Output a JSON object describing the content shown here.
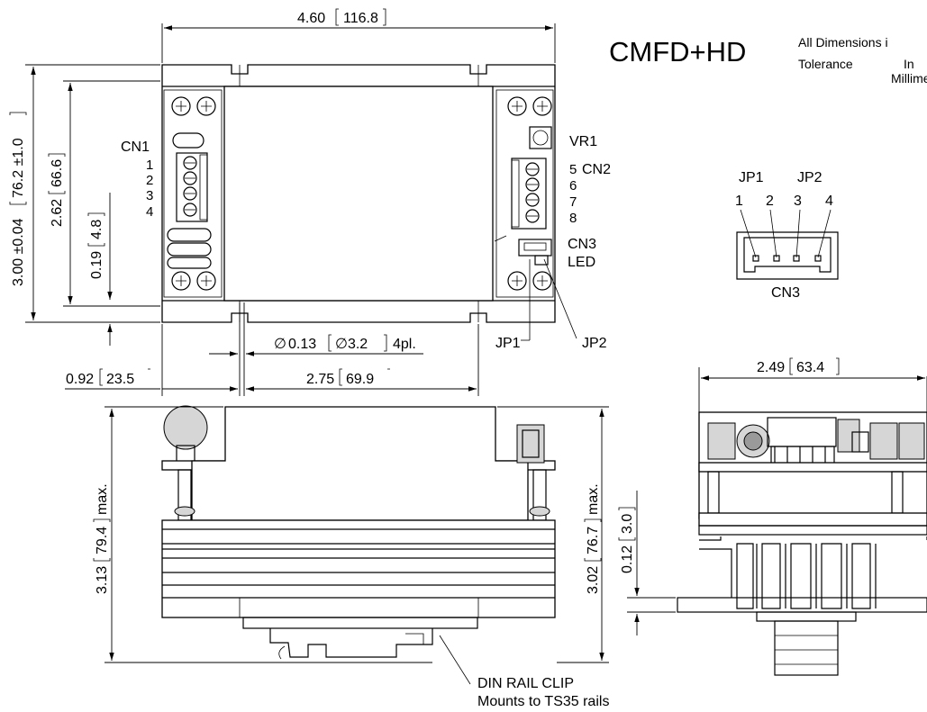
{
  "header": {
    "model": "CMFD+HD",
    "note_line1": "All Dimensions i",
    "note_line2a": "Tolerance",
    "note_line2b": "In",
    "note_line3": "Millime"
  },
  "top_view": {
    "overall_width": "4.60",
    "overall_width_mm": "116.8",
    "overall_height": "3.00 ±0.04",
    "overall_height_mm": "76.2 ±1.0",
    "inner_height": "2.62",
    "inner_height_mm": "66.6",
    "hole_offset": "0.19",
    "hole_offset_mm": "4.8",
    "hole_dia_sym": "∅",
    "hole_dia": "0.13",
    "hole_dia_mm": "∅3.2",
    "hole_count": "4pl.",
    "left_offset": "0.92",
    "left_offset_mm": "23.5",
    "hole_spacing": "2.75",
    "hole_spacing_mm": "69.9",
    "labels": {
      "cn1": "CN1",
      "cn1_pins": [
        "1",
        "2",
        "3",
        "4"
      ],
      "vr1": "VR1",
      "cn2": "CN2",
      "cn2_pins": [
        "5",
        "6",
        "7",
        "8"
      ],
      "cn3": "CN3",
      "led": "LED",
      "jp1": "JP1",
      "jp2": "JP2"
    }
  },
  "cn3_detail": {
    "jp1": "JP1",
    "jp2": "JP2",
    "pins": [
      "1",
      "2",
      "3",
      "4"
    ],
    "label": "CN3"
  },
  "side_view": {
    "height_max": "3.13",
    "height_max_mm": "79.4",
    "height_suffix": "max.",
    "height2_max": "3.02",
    "height2_max_mm": "76.7",
    "height2_suffix": "max.",
    "din_clip_line1": "DIN RAIL CLIP",
    "din_clip_line2": "Mounts to TS35 rails"
  },
  "end_view": {
    "width": "2.49",
    "width_mm": "63.4",
    "rail_thickness": "0.12",
    "rail_thickness_mm": "3.0"
  }
}
